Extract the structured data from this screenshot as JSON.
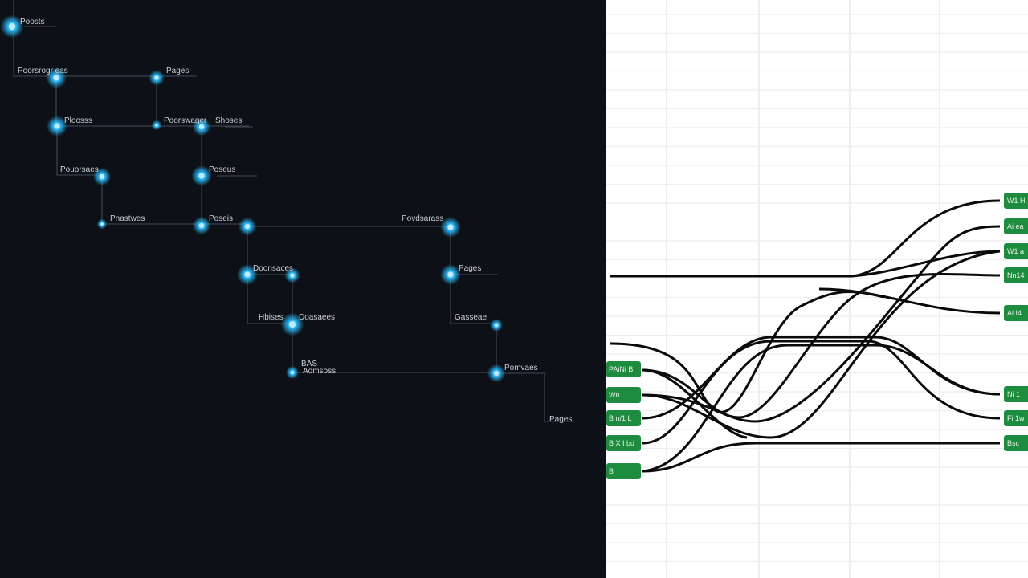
{
  "colors": {
    "dark_bg": "#0d1117",
    "node": "#29b6f6",
    "light_bg": "#ffffff",
    "tag": "#1e8c3e",
    "wire": "#0a0a0a"
  },
  "tree": {
    "labels": [
      "Poosts",
      "Poorsrogr  eas",
      "Pages",
      "Ploosss",
      "Poorswager",
      "Shoses",
      "Pouorsaes",
      "Poseus",
      "Pnastwes",
      "Poseis",
      "Povdsarass",
      "Doonsaces",
      "Pages",
      "Hbises",
      "Doasaees",
      "Gasseae",
      "BAS",
      "Aomsoss",
      "Pomvaes",
      "Pages"
    ]
  },
  "patch": {
    "left_tags": [
      "PAiNi B",
      "Wn",
      "B n/1 L",
      "B X I bd",
      "B"
    ],
    "right_tags": [
      "W1 H",
      "Ai ea",
      "W1 a",
      "Nn14",
      "Ai I4",
      "Ni 1",
      "Fi 1w",
      "Bsc"
    ]
  }
}
